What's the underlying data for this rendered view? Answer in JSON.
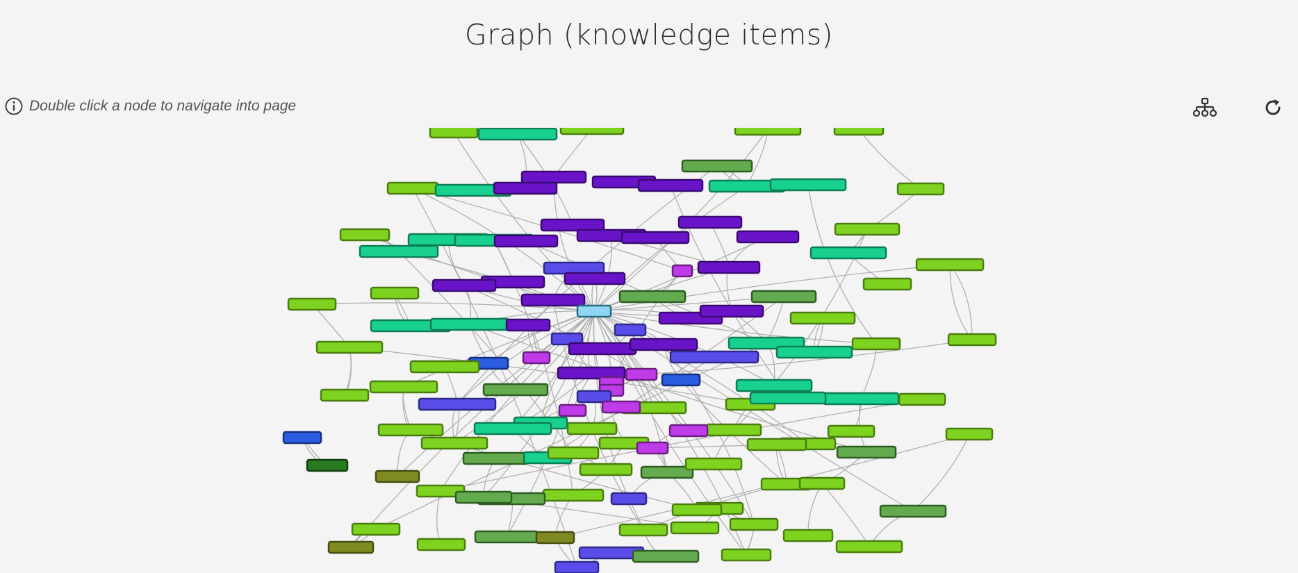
{
  "header": {
    "title": "Graph (knowledge items)"
  },
  "toolbar": {
    "hint_text": "Double click a node to navigate into page",
    "layout_button": {
      "icon": "hierarchy-icon"
    },
    "refresh_button": {
      "icon": "refresh-icon"
    }
  },
  "palette": {
    "lime": {
      "fill": "#7ed321",
      "stroke": "#4a7d10"
    },
    "teal": {
      "fill": "#19d18f",
      "stroke": "#0d7d55"
    },
    "purple": {
      "fill": "#6a14c9",
      "stroke": "#3a0a73"
    },
    "violet": {
      "fill": "#5a4ce8",
      "stroke": "#2e2a8a"
    },
    "blue": {
      "fill": "#2a5ce0",
      "stroke": "#15307e"
    },
    "magenta": {
      "fill": "#c03be8",
      "stroke": "#6a1f80"
    },
    "sage": {
      "fill": "#64ab50",
      "stroke": "#2f5e22"
    },
    "olive": {
      "fill": "#7f8a22",
      "stroke": "#474d12"
    },
    "forest": {
      "fill": "#2a7a23",
      "stroke": "#123f0f"
    },
    "sky": {
      "fill": "#8fd6f2",
      "stroke": "#2a6a86"
    },
    "edge": "#b0b0b0",
    "center": "sky"
  }
}
